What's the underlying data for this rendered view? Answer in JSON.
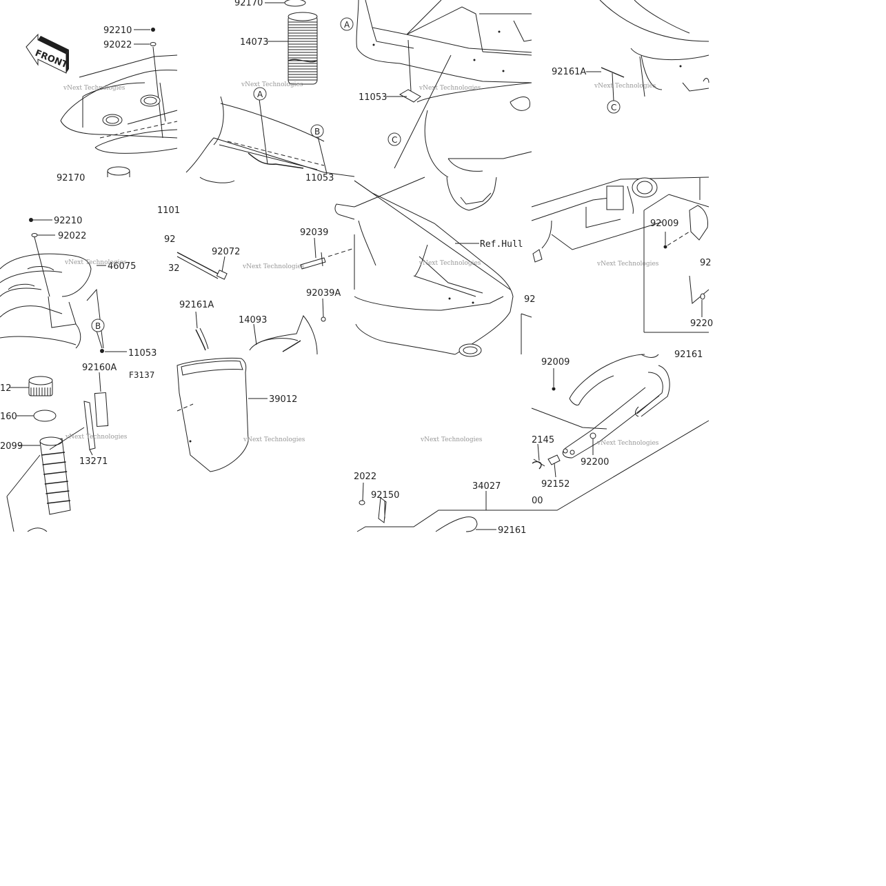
{
  "diagram": {
    "front_label": "FRONT",
    "figure_code": "F3137",
    "ref_label": "Ref.Hull",
    "watermark": "vNext Technologies",
    "part_labels": {
      "p92210a": "92210",
      "p92022a": "92022",
      "p92170a": "92170",
      "p14073": "14073",
      "p11053a": "11053",
      "p92161a_top": "92161A",
      "p92170b": "92170",
      "p11053_top": "11053",
      "p1101": "1101",
      "p92210b": "92210",
      "p92022b": "92022",
      "p46075": "46075",
      "p11053b": "11053",
      "p92072": "92072",
      "p92039": "92039",
      "p92039a": "92039A",
      "p92161a_mid": "92161A",
      "p14093": "14093",
      "p92_frag": "92",
      "p32_frag": "32",
      "p92009a": "92009",
      "p92_frag2": "92",
      "p9220_frag": "9220",
      "p92_frag3": "92",
      "p12_frag": "12",
      "p92160a": "92160A",
      "p160_frag": "160",
      "p92099": "2099",
      "p13271": "13271",
      "p39012": "39012",
      "p92009b": "92009",
      "p92161_frag": "92161",
      "p2145": "2145",
      "p92152": "92152",
      "p92200": "92200",
      "p2022": "2022",
      "p92150": "92150",
      "p34027": "34027",
      "p00_frag": "00",
      "p92161_bot": "92161"
    },
    "callouts": {
      "a1": "A",
      "a2": "A",
      "b1": "B",
      "b2": "B",
      "c1": "C",
      "c2": "C"
    }
  }
}
